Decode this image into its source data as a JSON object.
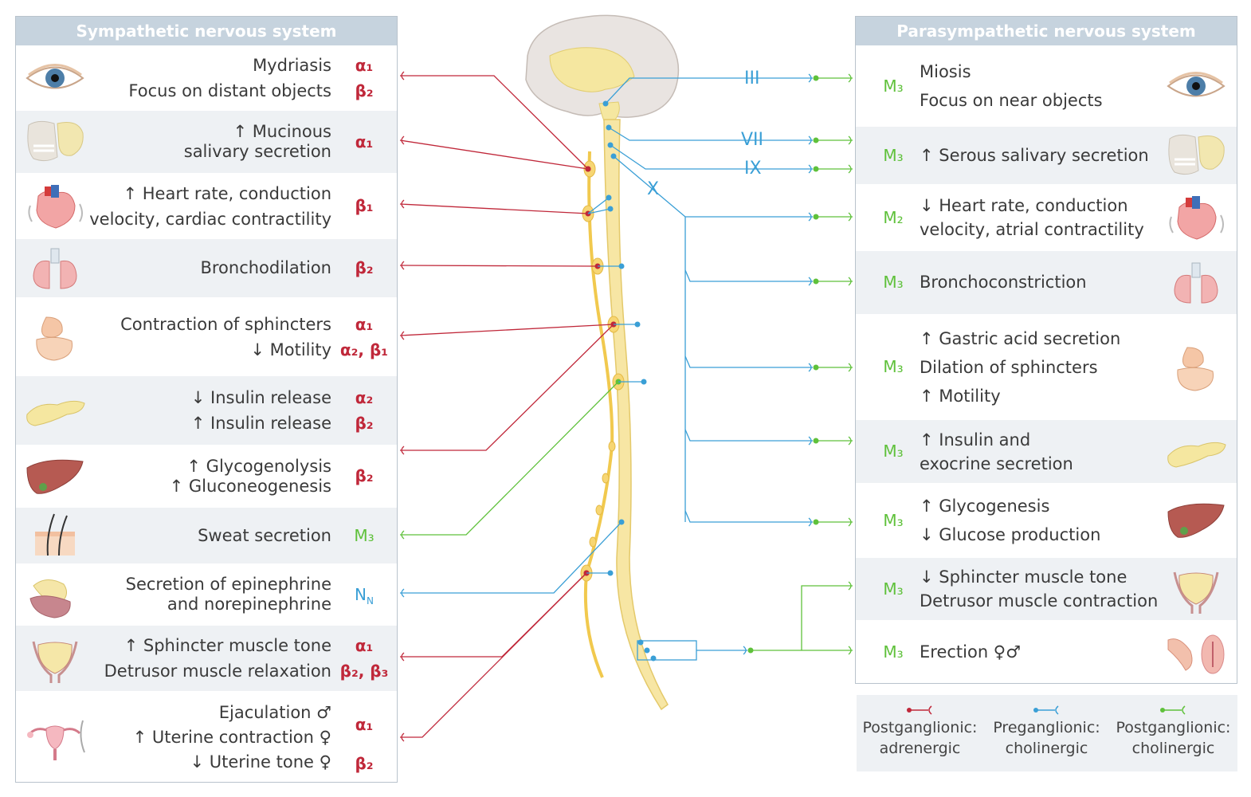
{
  "colors": {
    "adrenergic": "#c0283a",
    "preganglionic": "#3a9fd6",
    "postganglionic_cholinergic": "#5fc13b",
    "header_bg": "#c6d3de",
    "row_shade": "#eef1f4"
  },
  "sympathetic": {
    "title": "Sympathetic nervous system",
    "rows": [
      {
        "icon": "eye-icon",
        "effects": [
          "Mydriasis",
          "Focus on distant objects"
        ],
        "receptors": [
          {
            "text": "α₁",
            "type": "adrenergic"
          },
          {
            "text": "β₂",
            "type": "adrenergic"
          }
        ]
      },
      {
        "icon": "salivary-gland-icon",
        "effects": [
          "↑ Mucinous",
          "salivary secretion"
        ],
        "receptors": [
          {
            "text": "α₁",
            "type": "adrenergic"
          }
        ]
      },
      {
        "icon": "heart-icon",
        "effects": [
          "↑ Heart rate, conduction",
          "velocity, cardiac contractility"
        ],
        "receptors": [
          {
            "text": "β₁",
            "type": "adrenergic"
          }
        ]
      },
      {
        "icon": "lungs-icon",
        "effects": [
          "Bronchodilation"
        ],
        "receptors": [
          {
            "text": "β₂",
            "type": "adrenergic"
          }
        ]
      },
      {
        "icon": "gi-tract-icon",
        "effects": [
          "Contraction of sphincters",
          "↓ Motility"
        ],
        "receptors": [
          {
            "text": "α₁",
            "type": "adrenergic"
          },
          {
            "text": "α₂, β₁",
            "type": "adrenergic"
          }
        ]
      },
      {
        "icon": "pancreas-icon",
        "effects": [
          "↓ Insulin release",
          "↑ Insulin release"
        ],
        "receptors": [
          {
            "text": "α₂",
            "type": "adrenergic"
          },
          {
            "text": "β₂",
            "type": "adrenergic"
          }
        ]
      },
      {
        "icon": "liver-icon",
        "effects": [
          "↑ Glycogenolysis",
          "↑ Gluconeogenesis"
        ],
        "receptors": [
          {
            "text": "β₂",
            "type": "adrenergic"
          }
        ]
      },
      {
        "icon": "skin-icon",
        "effects": [
          "Sweat secretion"
        ],
        "receptors": [
          {
            "text": "M₃",
            "type": "cholinergic"
          }
        ]
      },
      {
        "icon": "adrenal-gland-icon",
        "effects": [
          "Secretion of epinephrine",
          "and norepinephrine"
        ],
        "receptors": [
          {
            "text": "N",
            "sub": "N",
            "type": "preganglionic"
          }
        ]
      },
      {
        "icon": "bladder-icon",
        "effects": [
          "↑ Sphincter muscle tone",
          "Detrusor muscle relaxation"
        ],
        "receptors": [
          {
            "text": "α₁",
            "type": "adrenergic"
          },
          {
            "text": "β₂, β₃",
            "type": "adrenergic"
          }
        ]
      },
      {
        "icon": "uterus-icon",
        "effects": [
          "Ejaculation ♂",
          "↑ Uterine contraction ♀",
          "↓ Uterine tone ♀"
        ],
        "receptors": [
          {
            "text": "α₁",
            "type": "adrenergic"
          },
          {
            "text": "β₂",
            "type": "adrenergic"
          }
        ]
      }
    ]
  },
  "parasympathetic": {
    "title": "Parasympathetic nervous system",
    "rows": [
      {
        "icon": "eye-icon",
        "receptor": "M₃",
        "effects": [
          "Miosis",
          "Focus on near objects"
        ]
      },
      {
        "icon": "salivary-gland-icon",
        "receptor": "M₃",
        "effects": [
          "↑ Serous salivary secretion"
        ]
      },
      {
        "icon": "heart-icon",
        "receptor": "M₂",
        "effects": [
          "↓ Heart rate, conduction",
          "velocity, atrial contractility"
        ]
      },
      {
        "icon": "lungs-icon",
        "receptor": "M₃",
        "effects": [
          "Bronchoconstriction"
        ]
      },
      {
        "icon": "gi-tract-icon",
        "receptor": "M₃",
        "effects": [
          "↑ Gastric acid secretion",
          "Dilation of sphincters",
          "↑ Motility"
        ]
      },
      {
        "icon": "pancreas-icon",
        "receptor": "M₃",
        "effects": [
          "↑ Insulin and",
          "exocrine secretion"
        ]
      },
      {
        "icon": "liver-icon",
        "receptor": "M₃",
        "effects": [
          "↑ Glycogenesis",
          "↓ Glucose production"
        ]
      },
      {
        "icon": "bladder-icon",
        "receptor": "M₃",
        "effects": [
          "↓ Sphincter muscle tone",
          "Detrusor muscle contraction"
        ]
      },
      {
        "icon": "genitals-icon",
        "receptor": "M₃",
        "effects": [
          "Erection ♀♂"
        ]
      }
    ]
  },
  "cranial_nerves": [
    "III",
    "VII",
    "IX",
    "X"
  ],
  "legend": [
    {
      "line1": "Postganglionic:",
      "line2": "adrenergic",
      "type": "adrenergic"
    },
    {
      "line1": "Preganglionic:",
      "line2": "cholinergic",
      "type": "preganglionic"
    },
    {
      "line1": "Postganglionic:",
      "line2": "cholinergic",
      "type": "cholinergic"
    }
  ]
}
